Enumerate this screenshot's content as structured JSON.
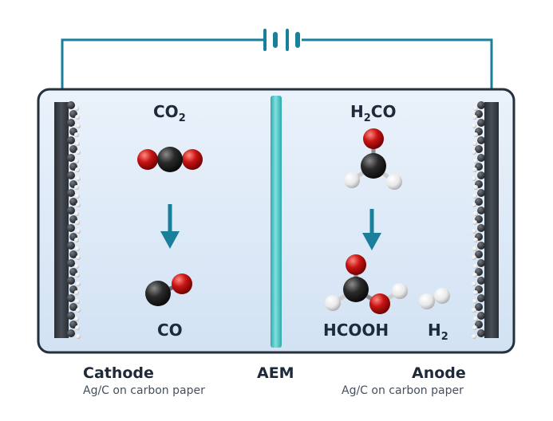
{
  "species": {
    "co2": {
      "main": "CO",
      "sub": "2"
    },
    "h2co": {
      "pre": "H",
      "sub": "2",
      "post": "CO"
    },
    "co": "CO",
    "hcooh": "HCOOH",
    "h2": {
      "main": "H",
      "sub": "2"
    }
  },
  "labels": {
    "cathode": {
      "title": "Cathode",
      "subtitle": "Ag/C on carbon paper"
    },
    "membrane": "AEM",
    "anode": {
      "title": "Anode",
      "subtitle": "Ag/C on carbon paper"
    }
  },
  "colors": {
    "wire": "#1a7f9a",
    "arrow": "#1a7f9a",
    "membrane": "#4cc4c6",
    "electrode": "#3a3f47",
    "carbon": "#2a2a2a",
    "oxygen": "#c81414",
    "hydrogen": "#f0f0f0",
    "cell_fill": "#dde9f6",
    "cell_border": "#23303d"
  },
  "icons": [
    "battery-icon",
    "reaction-arrow-icon"
  ]
}
